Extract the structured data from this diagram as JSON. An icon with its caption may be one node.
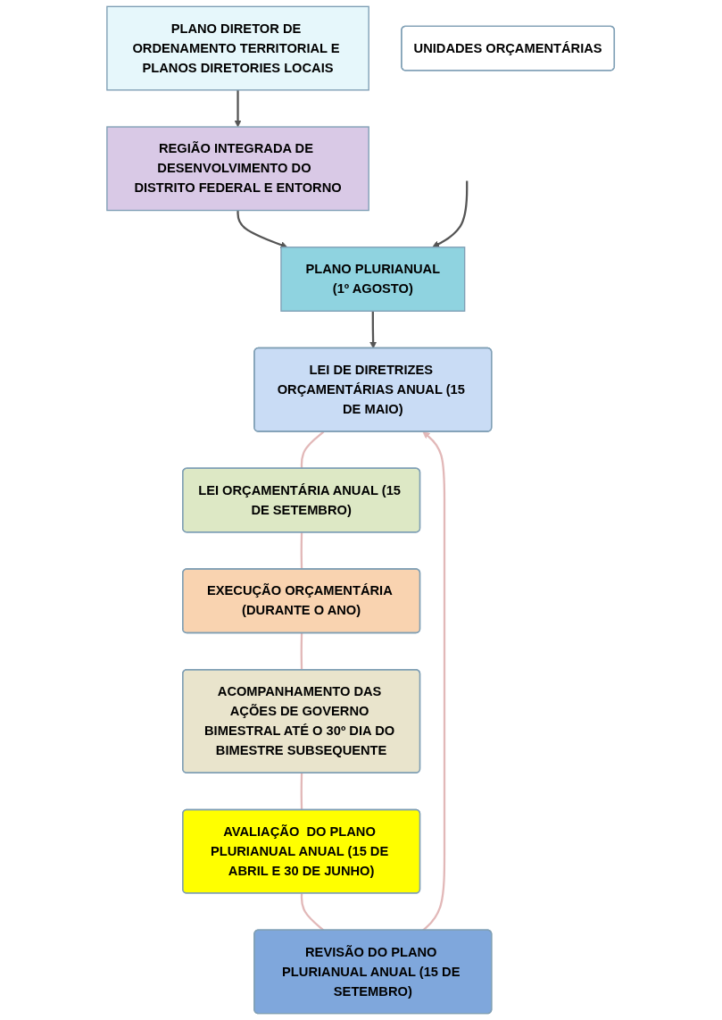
{
  "diagram": {
    "nodes": [
      {
        "text": [
          "PLANO DIRETOR DE ORDENAMENTO TERRITORIAL E PLANOS DIRETORIES LOCAIS"
        ]
      },
      {
        "text": [
          "REGIÃO INTEGRADA DE DESENVOLVIMENTO DO  DISTRITO FEDERAL E ENTORNO"
        ]
      },
      {
        "text": [
          "PLANO PLURIANUAL",
          "(1º AGOSTO)"
        ]
      },
      {
        "text": [
          "LEI DE DIRETRIZES ORÇAMENTÁRIAS ANUAL (15 DE MAIO)"
        ]
      },
      {
        "text": [
          "LEI ORÇAMENTÁRIA ANUAL (15 DE SETEMBRO)"
        ]
      },
      {
        "text": [
          "EXECUÇÃO ORÇAMENTÁRIA (DURANTE O ANO)"
        ]
      },
      {
        "text": [
          "ACOMPANHAMENTO DAS AÇÕES DE GOVERNO BIMESTRAL ATÉ O 30º DIA DO BIMESTRE SUBSEQUENTE"
        ]
      },
      {
        "text": [
          "AVALIAÇÃO  DO PLANO PLURIANUAL ANUAL (15 DE ABRIL E 30 DE JUNHO)"
        ]
      },
      {
        "text": [
          "REVISÃO DO PLANO PLURIANUAL ANUAL (15 DE SETEMBRO)"
        ]
      },
      {
        "text": [
          "UNIDADES ORÇAMENTÁRIAS"
        ]
      }
    ],
    "edges": [
      {
        "from": 0,
        "to": 1,
        "arrow": "to",
        "color": "#555555"
      },
      {
        "from": 1,
        "to": 2,
        "arrow": "to",
        "color": "#555555"
      },
      {
        "from": null,
        "to": 2,
        "arrow": "to",
        "color": "#555555"
      },
      {
        "from": 2,
        "to": 3,
        "arrow": "to",
        "color": "#555555"
      },
      {
        "from": 3,
        "to": 4,
        "arrow": "none",
        "color": "#e2b8b8"
      },
      {
        "from": 4,
        "to": 5,
        "arrow": "none",
        "color": "#e2b8b8"
      },
      {
        "from": 5,
        "to": 6,
        "arrow": "none",
        "color": "#e2b8b8"
      },
      {
        "from": 6,
        "to": 7,
        "arrow": "none",
        "color": "#e2b8b8"
      },
      {
        "from": 7,
        "to": 8,
        "arrow": "none",
        "color": "#e2b8b8"
      },
      {
        "from": 8,
        "to": 3,
        "arrow": "to",
        "color": "#e2b8b8"
      }
    ]
  }
}
